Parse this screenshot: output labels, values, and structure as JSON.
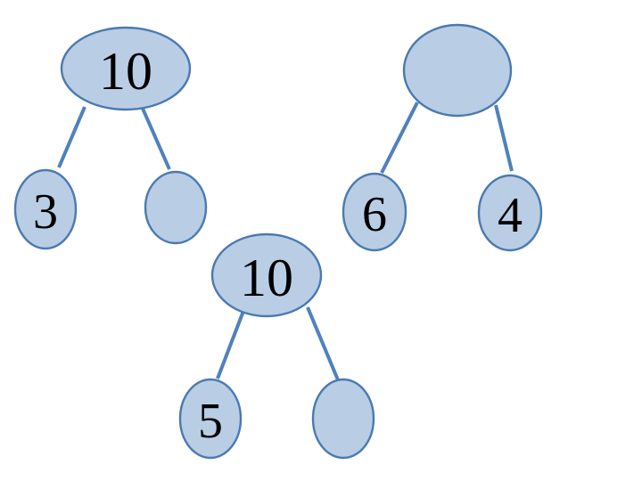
{
  "colors": {
    "background": "#ffffff",
    "node_fill": "#b9cde5",
    "node_stroke": "#4a7ab0",
    "edge": "#4f81bd",
    "label": "#000000"
  },
  "trees": [
    {
      "root": {
        "label": "10"
      },
      "left": {
        "label": "3"
      },
      "right": {
        "label": ""
      }
    },
    {
      "root": {
        "label": ""
      },
      "left": {
        "label": "6"
      },
      "right": {
        "label": "4"
      }
    },
    {
      "root": {
        "label": "10"
      },
      "left": {
        "label": "5"
      },
      "right": {
        "label": ""
      }
    }
  ]
}
